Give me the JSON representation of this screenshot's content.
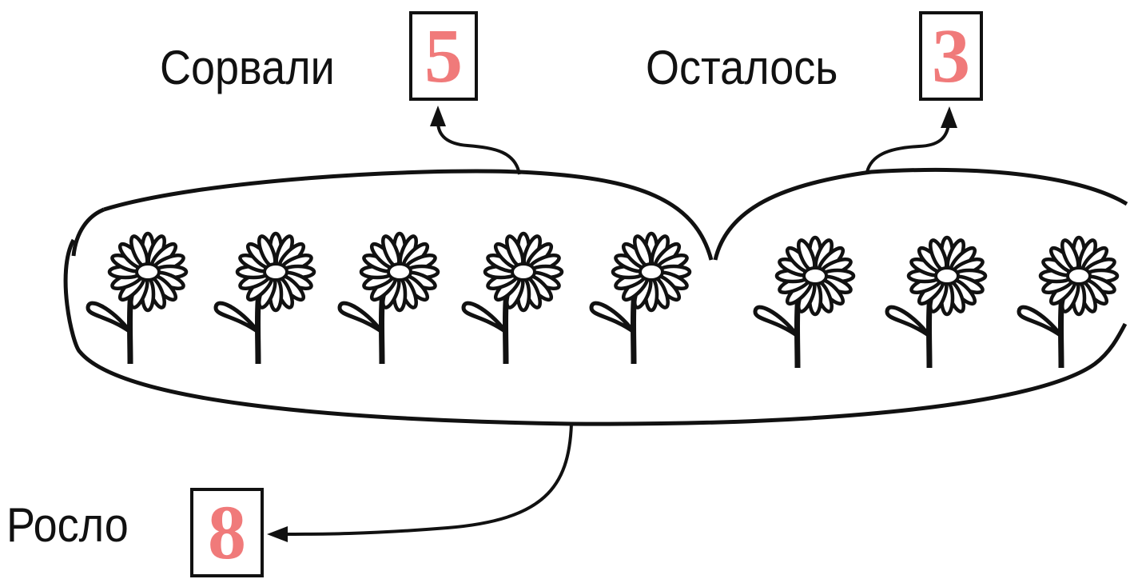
{
  "labels": {
    "picked": "Сорвали",
    "remaining": "Осталось",
    "grew": "Росло"
  },
  "answers": {
    "picked": "5",
    "remaining": "3",
    "grew": "8"
  },
  "colors": {
    "answer": "#f07a7a",
    "stroke": "#111111"
  },
  "flowers": {
    "picked_count": 5,
    "remaining_count": 3
  }
}
